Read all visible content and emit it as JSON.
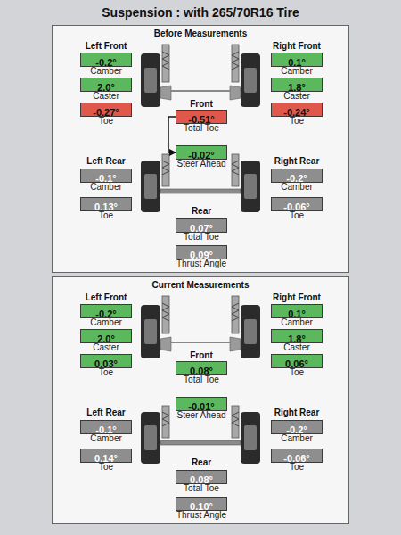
{
  "diagram": {
    "title": "Suspension : with 265/70R16 Tire",
    "nodes": [
      {
        "text": [
          "Before Measurements"
        ]
      },
      {
        "text": [
          "-0.2°",
          "Camber"
        ],
        "in": 0
      },
      {
        "text": [
          "0.1°",
          "Camber"
        ],
        "in": 0
      },
      {
        "text": [
          "2.0°",
          "Caster"
        ],
        "in": 0
      },
      {
        "text": [
          "1.8°",
          "Caster"
        ],
        "in": 0
      },
      {
        "text": [
          "-0.27°",
          "Toe"
        ],
        "in": 0
      },
      {
        "text": [
          "-0.24°",
          "Toe"
        ],
        "in": 0
      },
      {
        "text": [
          "-0.51°",
          "Total Toe"
        ],
        "in": 0
      },
      {
        "text": [
          "-0.02°",
          "Steer Ahead"
        ],
        "in": 0
      },
      {
        "text": [
          "-0.1°",
          "Camber"
        ],
        "in": 0
      },
      {
        "text": [
          "-0.2°",
          "Camber"
        ],
        "in": 0
      },
      {
        "text": [
          "0.13°",
          "Toe"
        ],
        "in": 0
      },
      {
        "text": [
          "-0.06°",
          "Toe"
        ],
        "in": 0
      },
      {
        "text": [
          "0.07°",
          "Total Toe"
        ],
        "in": 0
      },
      {
        "text": [
          "0.09°",
          "Thrust Angle"
        ],
        "in": 0
      },
      {
        "text": [
          "Current Measurements"
        ]
      },
      {
        "text": [
          "-0.2°",
          "Camber"
        ],
        "in": 15
      },
      {
        "text": [
          "0.1°",
          "Camber"
        ],
        "in": 15
      },
      {
        "text": [
          "2.0°",
          "Caster"
        ],
        "in": 15
      },
      {
        "text": [
          "1.8°",
          "Caster"
        ],
        "in": 15
      },
      {
        "text": [
          "0.03°",
          "Toe"
        ],
        "in": 15
      },
      {
        "text": [
          "0.06°",
          "Toe"
        ],
        "in": 15
      },
      {
        "text": [
          "0.08°",
          "Total Toe"
        ],
        "in": 15
      },
      {
        "text": [
          "-0.01°",
          "Steer Ahead"
        ],
        "in": 15
      },
      {
        "text": [
          "-0.1°",
          "Camber"
        ],
        "in": 15
      },
      {
        "text": [
          "-0.2°",
          "Camber"
        ],
        "in": 15
      },
      {
        "text": [
          "0.14°",
          "Toe"
        ],
        "in": 15
      },
      {
        "text": [
          "-0.06°",
          "Toe"
        ],
        "in": 15
      },
      {
        "text": [
          "0.08°",
          "Total Toe"
        ],
        "in": 15
      },
      {
        "text": [
          "0.10°",
          "Thrust Angle"
        ],
        "in": 15
      }
    ],
    "edges": [
      {
        "from": 7,
        "to": 8,
        "arrow": "to"
      }
    ],
    "labels": [
      "Left Front",
      "Right Front",
      "Front",
      "Left Rear",
      "Right Rear",
      "Rear",
      "Left Front",
      "Right Front",
      "Front",
      "Left Rear",
      "Right Rear",
      "Rear"
    ]
  }
}
